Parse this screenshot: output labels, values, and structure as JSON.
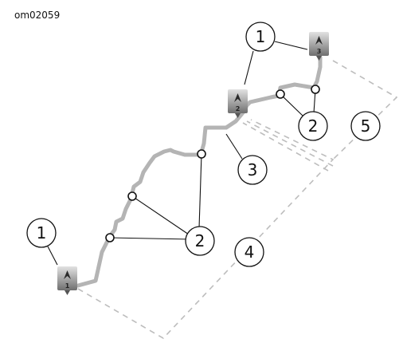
{
  "figure_id": "om02059",
  "route_markers": [
    {
      "number": "1",
      "icon": "route-start-marker"
    },
    {
      "number": "2",
      "icon": "route-via-marker"
    },
    {
      "number": "3",
      "icon": "route-end-marker"
    }
  ],
  "callouts": [
    "1",
    "1",
    "2",
    "2",
    "3",
    "4",
    "5"
  ],
  "colors": {
    "route_line": "#b4b4b4",
    "dashed_outline": "#bdbdbd",
    "leader_line": "#111111",
    "marker_top": "#e2e2e2",
    "marker_bottom": "#6f6f6f"
  }
}
